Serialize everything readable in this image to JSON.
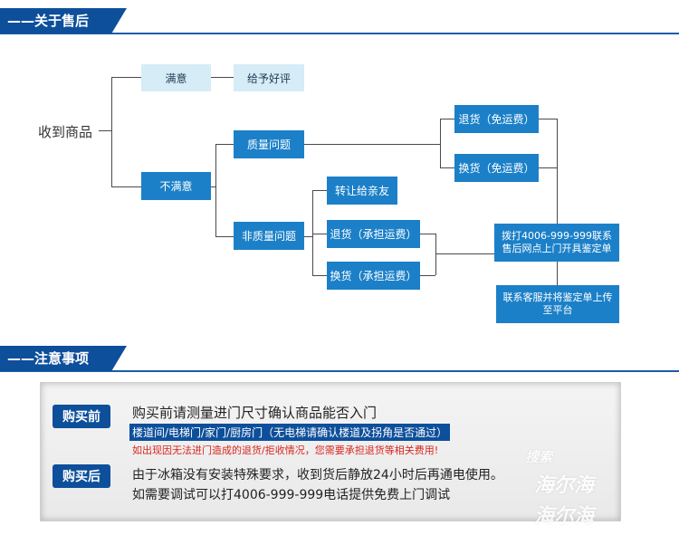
{
  "section1": {
    "title": "——关于售后"
  },
  "section2": {
    "title": "——注意事项"
  },
  "flow": {
    "root": "收到商品",
    "satisfied": "满意",
    "good_review": "给予好评",
    "unsatisfied": "不满意",
    "quality_issue": "质量问题",
    "non_quality_issue": "非质量问题",
    "return_free": "退货（免运费）",
    "exchange_free": "换货（免运费）",
    "transfer": "转让给亲友",
    "return_paid": "退货（承担运费）",
    "exchange_paid": "换货（承担运费）",
    "call_line1": "拨打4006-999-999联系",
    "call_line2": "售后网点上门开具鉴定单",
    "upload_line1": "联系客服并将鉴定单上传",
    "upload_line2": "至平台"
  },
  "notice": {
    "before_label": "购买前",
    "before_text": "购买前请测量进门尺寸确认商品能否入门",
    "before_highlight": "楼道间/电梯门/家门/厨房门（无电梯请确认楼道及拐角是否通过）",
    "before_warning": "如出现因无法进门造成的退货/拒收情况，您需要承担退货等相关费用!",
    "after_label": "购买后",
    "after_text_1": "由于冰箱没有安装特殊要求，收到货后静放24小时后再通电使用。",
    "after_text_2": "如需要调试可以打4006-999-999电话提供免费上门调试"
  },
  "watermark": {
    "search": "搜索",
    "line1": "海尔海",
    "line2": "海尔海"
  },
  "colors": {
    "brand": "#0d4f9b",
    "box": "#1c80c8",
    "light_box": "#d6ecf7",
    "warning": "#d9261c"
  }
}
